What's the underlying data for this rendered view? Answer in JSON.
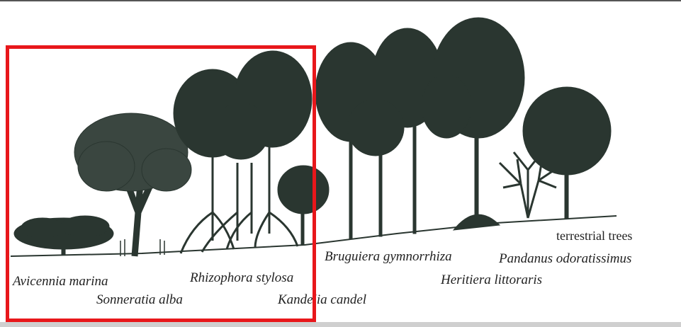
{
  "labels": {
    "avicennia": "Avicennia marina",
    "sonneratia": "Sonneratia alba",
    "rhizophora": "Rhizophora stylosa",
    "kandelia": "Kandelia candel",
    "bruguiera": "Bruguiera gymnorrhiza",
    "heritiera": "Heritiera littoraris",
    "pandanus": "Pandanus odoratissimus",
    "terrestrial": "terrestrial trees"
  },
  "colors": {
    "foliage": "#2a3630",
    "ink": "#222222",
    "highlight": "#e8171b"
  }
}
